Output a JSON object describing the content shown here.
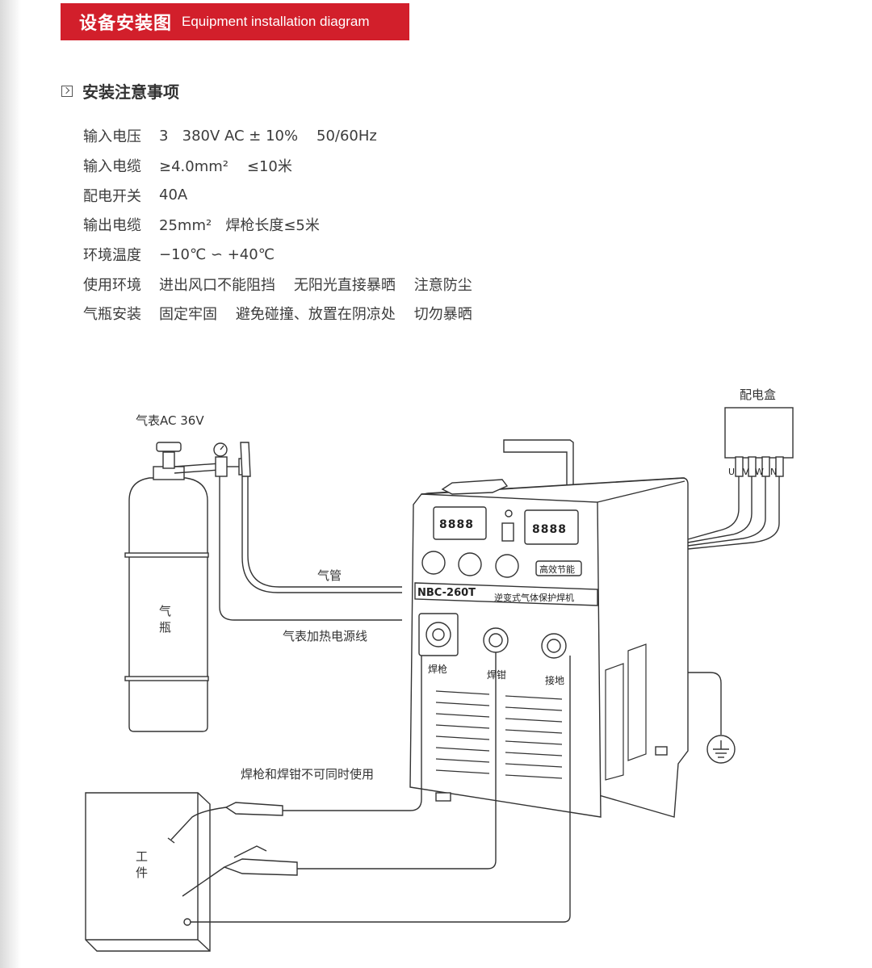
{
  "header": {
    "title_cn": "设备安装图",
    "title_en": "Equipment installation diagram"
  },
  "section": {
    "title": "安装注意事项"
  },
  "specs": [
    {
      "label": "输入电压",
      "value": "3   380V AC ± 10%    50/60Hz"
    },
    {
      "label": "输入电缆",
      "value": "≥4.0mm²    ≤10米"
    },
    {
      "label": "配电开关",
      "value": "40A"
    },
    {
      "label": "输出电缆",
      "value": "25mm²   焊枪长度≤5米"
    },
    {
      "label": "环境温度",
      "value": "−10℃ ∽ +40℃"
    },
    {
      "label": "使用环境",
      "value": "进出风口不能阻挡    无阳光直接暴晒    注意防尘"
    },
    {
      "label": "气瓶安装",
      "value": "固定牢固    避免碰撞、放置在阴凉处    切勿暴晒"
    }
  ],
  "diagram": {
    "gauge_label": "气表AC 36V",
    "cylinder_label_1": "气",
    "cylinder_label_2": "瓶",
    "gas_hose_label": "气管",
    "heater_cable_label": "气表加热电源线",
    "distribution_box_label": "配电盒",
    "phase_labels": [
      "U",
      "V",
      "W",
      "N"
    ],
    "machine_model": "NBC-260T",
    "machine_name": "逆变式气体保护焊机",
    "energy_badge": "高效节能",
    "socket_labels": [
      "焊枪",
      "焊钳",
      "接地"
    ],
    "warning_label": "焊枪和焊钳不可同时使用",
    "workpiece_label_1": "工",
    "workpiece_label_2": "件",
    "display_left": "8888",
    "display_right": "8888"
  }
}
